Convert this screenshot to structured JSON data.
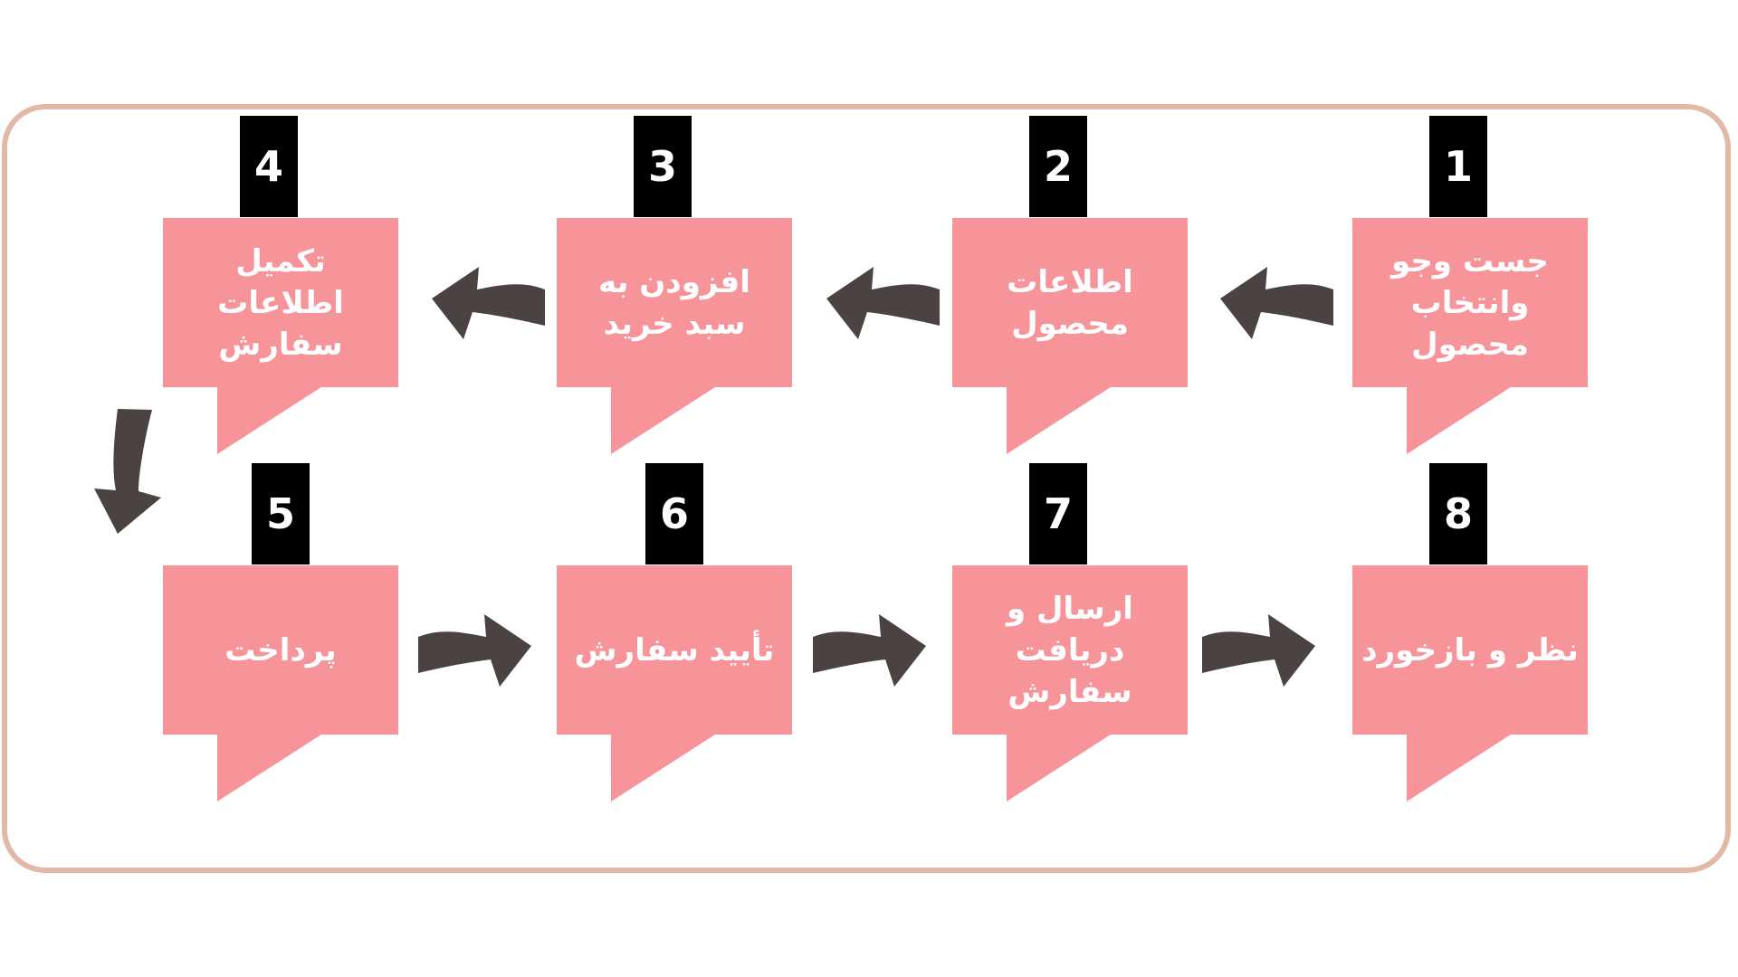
{
  "steps": [
    {
      "number": "1",
      "label": "جست وجو وانتخاب محصول"
    },
    {
      "number": "2",
      "label": "اطلاعات محصول"
    },
    {
      "number": "3",
      "label": "افزودن به سبد خرید"
    },
    {
      "number": "4",
      "label": "تکمیل اطلاعات سفارش"
    },
    {
      "number": "5",
      "label": "پرداخت"
    },
    {
      "number": "6",
      "label": "تأیید سفارش"
    },
    {
      "number": "7",
      "label": "ارسال و دریافت سفارش"
    },
    {
      "number": "8",
      "label": "نظر و بازخورد"
    }
  ],
  "colors": {
    "box": "#f7949a",
    "number_box": "#000000",
    "arrow": "#4a4341",
    "frame": "#e2b8a6"
  }
}
